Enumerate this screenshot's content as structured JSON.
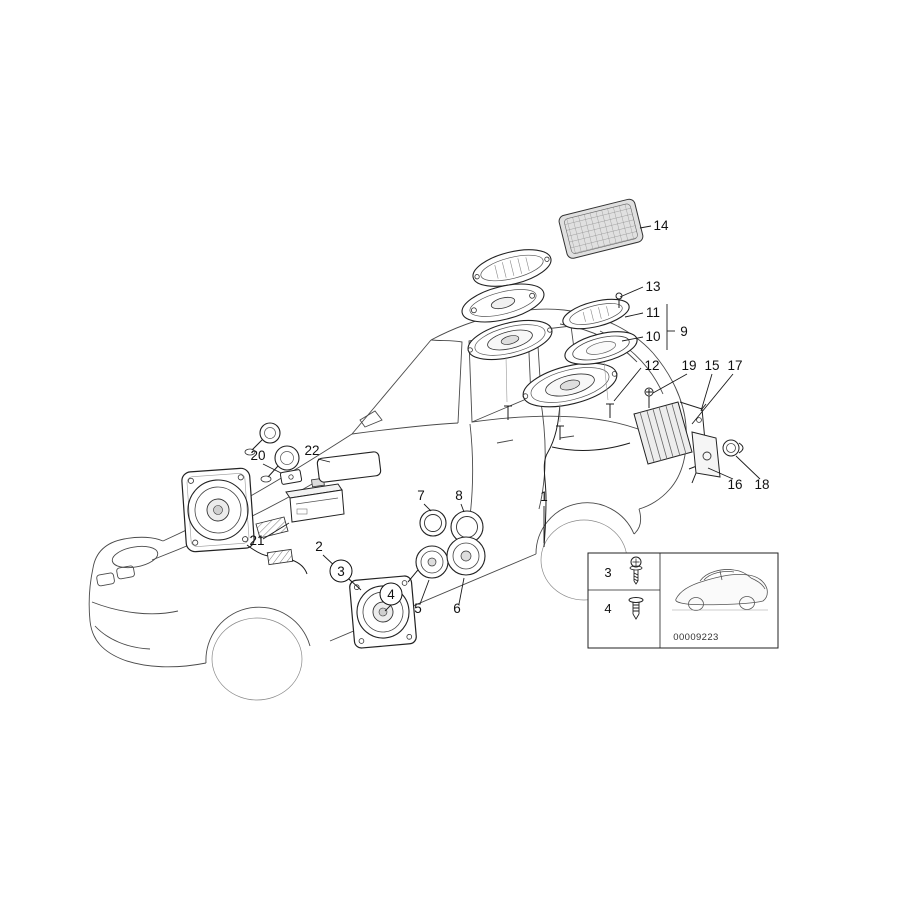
{
  "page": {
    "background": "#ffffff",
    "ink": "#1a1a1a"
  },
  "callouts": {
    "p1": "1",
    "p2": "2",
    "p3": "3",
    "p4": "4",
    "p5": "5",
    "p6": "6",
    "p7": "7",
    "p8": "8",
    "p9": "9",
    "p10": "10",
    "p11": "11",
    "p12": "12",
    "p13": "13",
    "p14": "14",
    "p15": "15",
    "p16": "16",
    "p17": "17",
    "p18": "18",
    "p19": "19",
    "p20": "20",
    "p21": "21",
    "p22": "22"
  },
  "inset": {
    "items": [
      {
        "label": "3"
      },
      {
        "label": "4"
      }
    ],
    "diagram_code": "00009223"
  }
}
